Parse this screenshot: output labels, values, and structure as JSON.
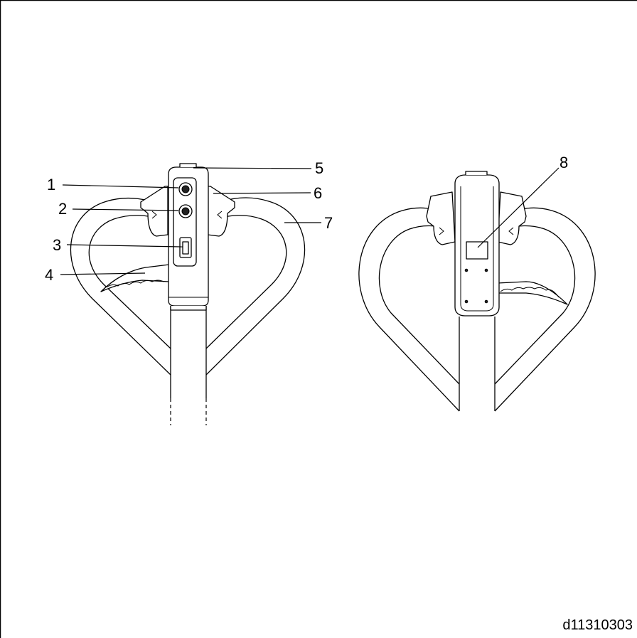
{
  "callouts": [
    {
      "label": "1"
    },
    {
      "label": "2"
    },
    {
      "label": "3"
    },
    {
      "label": "4"
    },
    {
      "label": "5"
    },
    {
      "label": "6"
    },
    {
      "label": "7"
    },
    {
      "label": "8"
    }
  ],
  "figure_id": "d11310303"
}
